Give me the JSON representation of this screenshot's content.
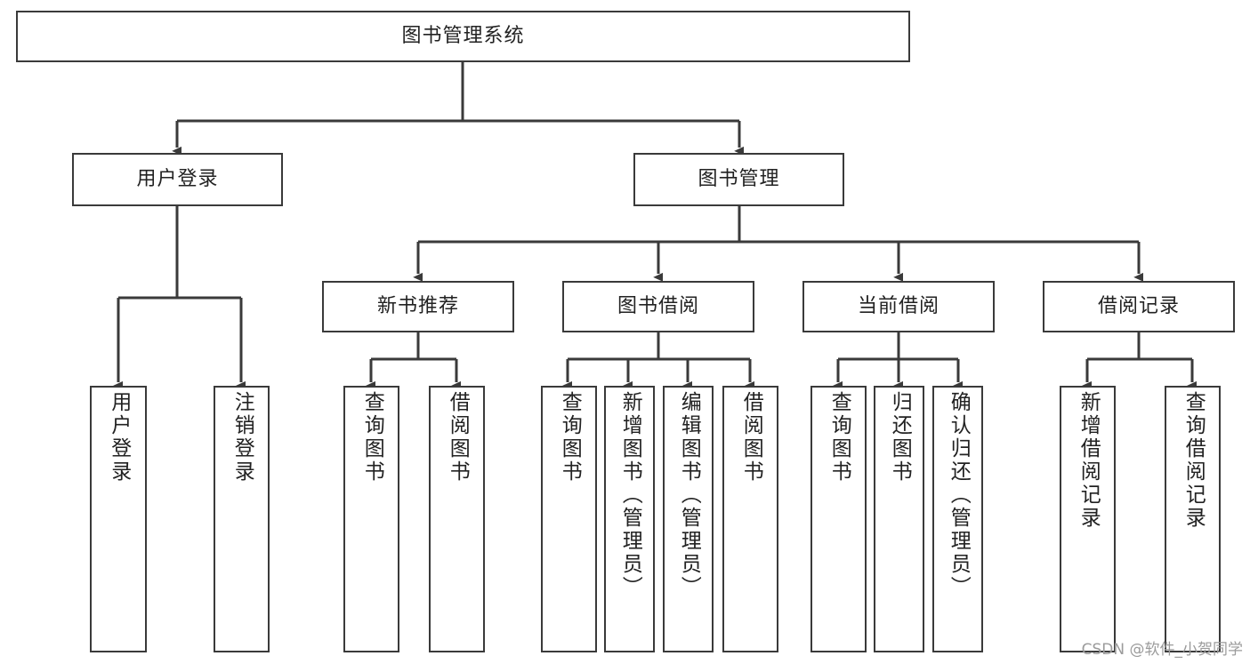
{
  "diagram": {
    "title": "图书管理系统",
    "type": "tree-hierarchy",
    "watermark": "CSDN @软件_小贺同学",
    "colors": {
      "background": "#ffffff",
      "box_border": "#3a3a3a",
      "box_fill": "#ffffff",
      "connector": "#3a3a3a",
      "text": "#222222",
      "watermark": "#9b9b9b"
    },
    "nodes": {
      "root": {
        "label": "图书管理系统"
      },
      "level2": [
        {
          "label": "用户登录"
        },
        {
          "label": "图书管理"
        }
      ],
      "level3": [
        {
          "label": "新书推荐"
        },
        {
          "label": "图书借阅"
        },
        {
          "label": "当前借阅"
        },
        {
          "label": "借阅记录"
        }
      ],
      "leaves": {
        "user_login": [
          {
            "label": "用户登录"
          },
          {
            "label": "注销登录"
          }
        ],
        "new_book_recommend": [
          {
            "label": "查询图书"
          },
          {
            "label": "借阅图书"
          }
        ],
        "book_borrow": [
          {
            "label": "查询图书"
          },
          {
            "label": "新增图书（管理员）"
          },
          {
            "label": "编辑图书（管理员）"
          },
          {
            "label": "借阅图书"
          }
        ],
        "current_borrow": [
          {
            "label": "查询图书"
          },
          {
            "label": "归还图书"
          },
          {
            "label": "确认归还（管理员）"
          }
        ],
        "borrow_record": [
          {
            "label": "新增借阅记录"
          },
          {
            "label": "查询借阅记录"
          }
        ]
      }
    }
  }
}
